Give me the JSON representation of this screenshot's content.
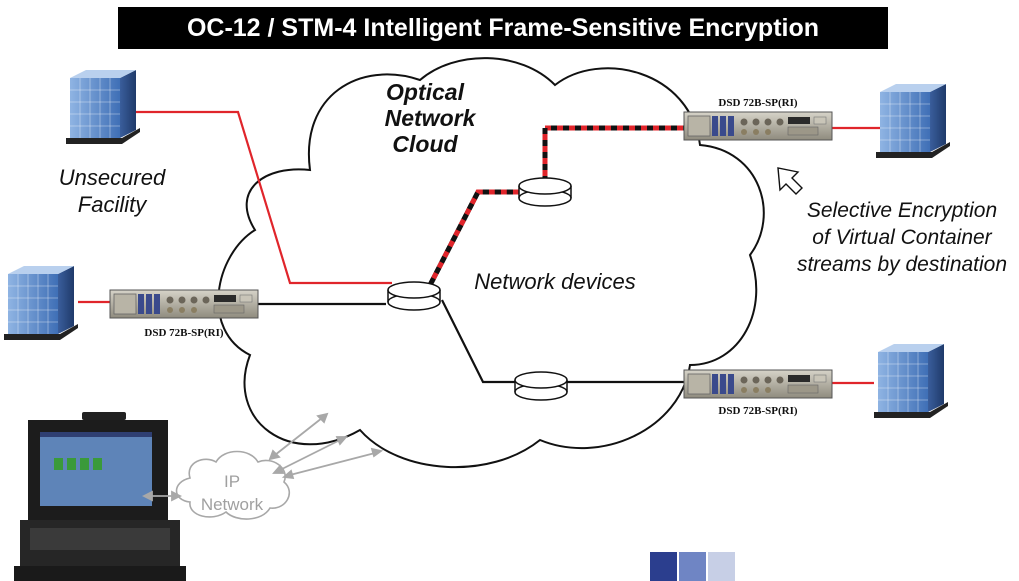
{
  "title": "OC-12 / STM-4 Intelligent Frame-Sensitive Encryption",
  "cloud": {
    "line1": "Optical",
    "line2": "Network",
    "line3": "Cloud"
  },
  "network_devices_label": "Network devices",
  "unsecured": {
    "line1": "Unsecured",
    "line2": "Facility"
  },
  "selective": {
    "line1": "Selective Encryption",
    "line2": "of Virtual Container",
    "line3": "streams by destination"
  },
  "device_labels": {
    "left": "DSD 72B-SP(RI)",
    "top_right": "DSD 72B-SP(RI)",
    "bottom_right": "DSD 72B-SP(RI)"
  },
  "ip_network": {
    "line1": "IP",
    "line2": "Network"
  },
  "colors": {
    "unsecured_link": "#e0252b",
    "secure_link": "#000000",
    "ip_link": "#a8a8a8",
    "title_bg": "#000000",
    "logo_blocks": [
      "#2b3e8e",
      "#6f85c4",
      "#c7cfe6"
    ]
  }
}
